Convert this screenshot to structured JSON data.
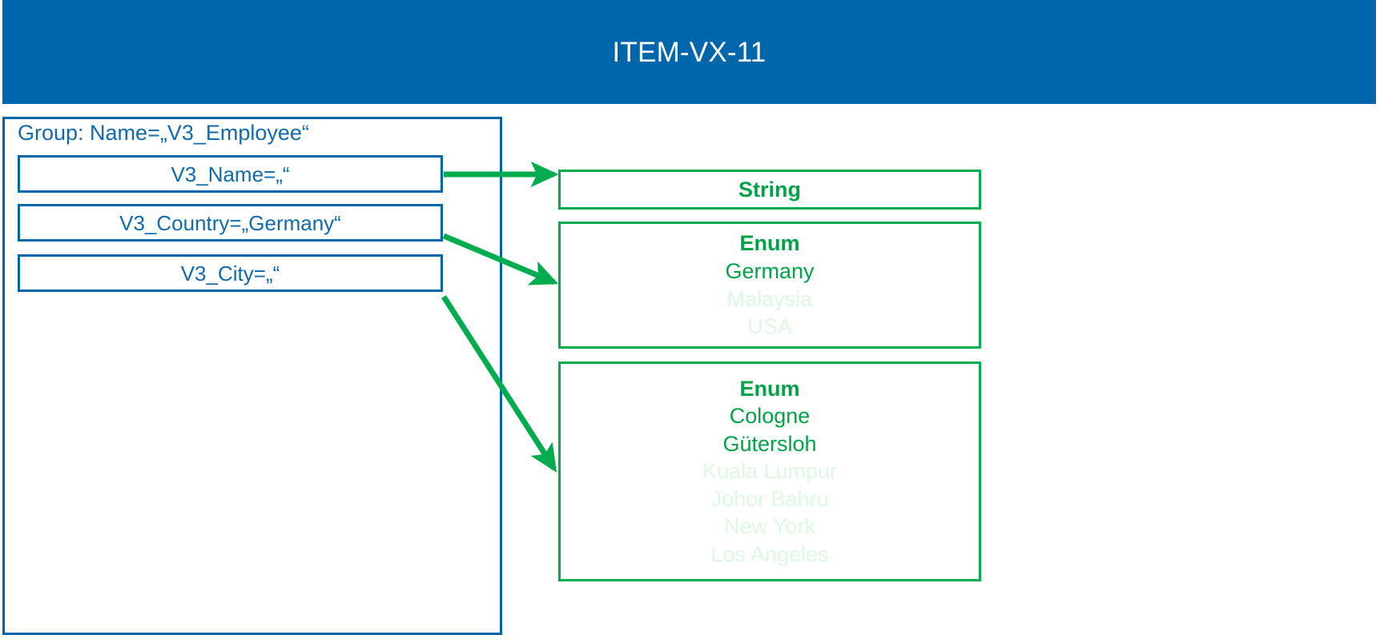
{
  "banner": {
    "title": "ITEM-VX-11",
    "background_color": "#0066AB",
    "text_color": "#FFFFFF"
  },
  "colors": {
    "blue": "#0066AB",
    "blue_text": "#1169AE",
    "green": "#00AC4E",
    "green_text": "#00A447",
    "green_disabled": "#DDF8E5",
    "background": "#FFFFFF"
  },
  "group": {
    "label": "Group: Name=„V3_Employee“",
    "fields": [
      {
        "label": "V3_Name=„“",
        "name": "V3_Name",
        "value": ""
      },
      {
        "label": "V3_Country=„Germany“",
        "name": "V3_Country",
        "value": "Germany"
      },
      {
        "label": "V3_City=„“",
        "name": "V3_City",
        "value": ""
      }
    ]
  },
  "type_boxes": [
    {
      "title": "String",
      "items": []
    },
    {
      "title": "Enum",
      "items": [
        {
          "label": "Germany",
          "state": "enabled"
        },
        {
          "label": "Malaysia",
          "state": "disabled"
        },
        {
          "label": "USA",
          "state": "disabled"
        }
      ]
    },
    {
      "title": "Enum",
      "items": [
        {
          "label": "Cologne",
          "state": "enabled"
        },
        {
          "label": "Gütersloh",
          "state": "enabled"
        },
        {
          "label": "Kuala Lumpur",
          "state": "disabled"
        },
        {
          "label": "Johor Bahru",
          "state": "disabled"
        },
        {
          "label": "New York",
          "state": "disabled"
        },
        {
          "label": "Los Angeles",
          "state": "disabled"
        }
      ]
    }
  ],
  "connections": [
    {
      "from": "V3_Name",
      "to": "String",
      "style": "horizontal-arrow"
    },
    {
      "from": "V3_Country",
      "to": "Enum-Country",
      "style": "diagonal-arrow"
    },
    {
      "from": "V3_City",
      "to": "Enum-City",
      "style": "diagonal-arrow"
    }
  ]
}
